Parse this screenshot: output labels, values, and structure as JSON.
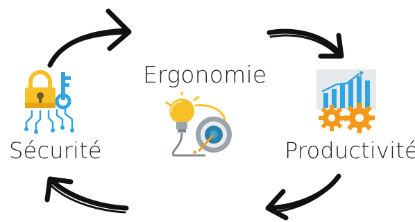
{
  "labels": {
    "center": "Ergonomie",
    "left": "Sécurité",
    "right": "Productivité"
  },
  "icons": {
    "center": "lightbulb-target-icon",
    "left": "lock-key-circuit-icon",
    "right": "growth-chart-gears-icon"
  },
  "colors": {
    "text": "#222222",
    "arrow": "#111111",
    "yellow": "#f6c026",
    "orange": "#f39a1b",
    "blue": "#2fa4e0",
    "teal": "#2d7fa6",
    "grey": "#7d8990",
    "light_grey": "#d8dde1"
  }
}
